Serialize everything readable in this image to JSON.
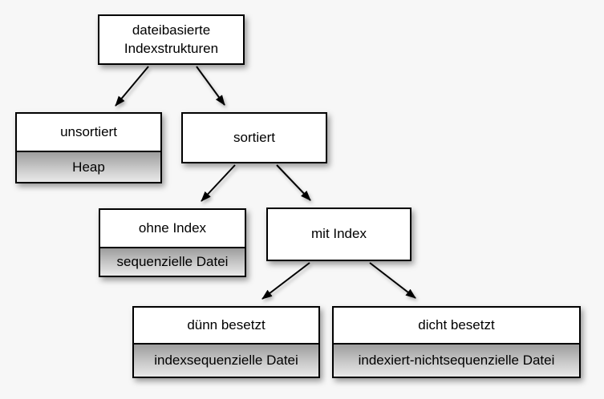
{
  "diagram": {
    "nodes": {
      "root": {
        "label": "dateibasierte Indexstrukturen"
      },
      "unsortiert": {
        "label": "unsortiert",
        "sublabel": "Heap"
      },
      "sortiert": {
        "label": "sortiert"
      },
      "ohne_index": {
        "label": "ohne Index",
        "sublabel": "sequenzielle Datei"
      },
      "mit_index": {
        "label": "mit Index"
      },
      "duenn": {
        "label": "dünn besetzt",
        "sublabel": "indexsequenzielle Datei"
      },
      "dicht": {
        "label": "dicht besetzt",
        "sublabel": "indexiert-nichtsequenzielle Datei"
      }
    },
    "edges": [
      {
        "from": "dateibasierte Indexstrukturen",
        "to": "unsortiert"
      },
      {
        "from": "dateibasierte Indexstrukturen",
        "to": "sortiert"
      },
      {
        "from": "sortiert",
        "to": "ohne Index"
      },
      {
        "from": "sortiert",
        "to": "mit Index"
      },
      {
        "from": "mit Index",
        "to": "dünn besetzt"
      },
      {
        "from": "mit Index",
        "to": "dicht besetzt"
      }
    ],
    "colors": {
      "background": "#f7f7f7",
      "box_fill": "#ffffff",
      "box_border": "#000000",
      "sublabel_gradient_top": "#9d9d9d",
      "sublabel_gradient_bottom": "#e9e9e9",
      "arrow": "#000000"
    }
  }
}
